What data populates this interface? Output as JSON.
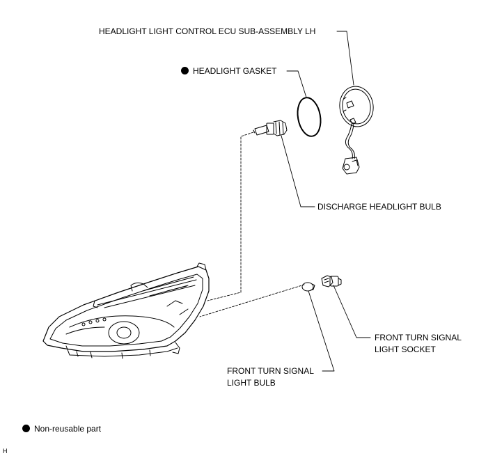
{
  "labels": {
    "ecu": "HEADLIGHT LIGHT CONTROL ECU SUB-ASSEMBLY LH",
    "gasket": "HEADLIGHT GASKET",
    "bulb": "DISCHARGE HEADLIGHT BULB",
    "socket_line1": "FRONT TURN SIGNAL",
    "socket_line2": "LIGHT SOCKET",
    "turn_bulb_line1": "FRONT TURN SIGNAL",
    "turn_bulb_line2": "LIGHT BULB"
  },
  "legend": {
    "marker": "non-reusable-dot",
    "text": "Non-reusable part"
  },
  "corner_code": "H",
  "non_reusable_parts": [
    "HEADLIGHT GASKET"
  ]
}
